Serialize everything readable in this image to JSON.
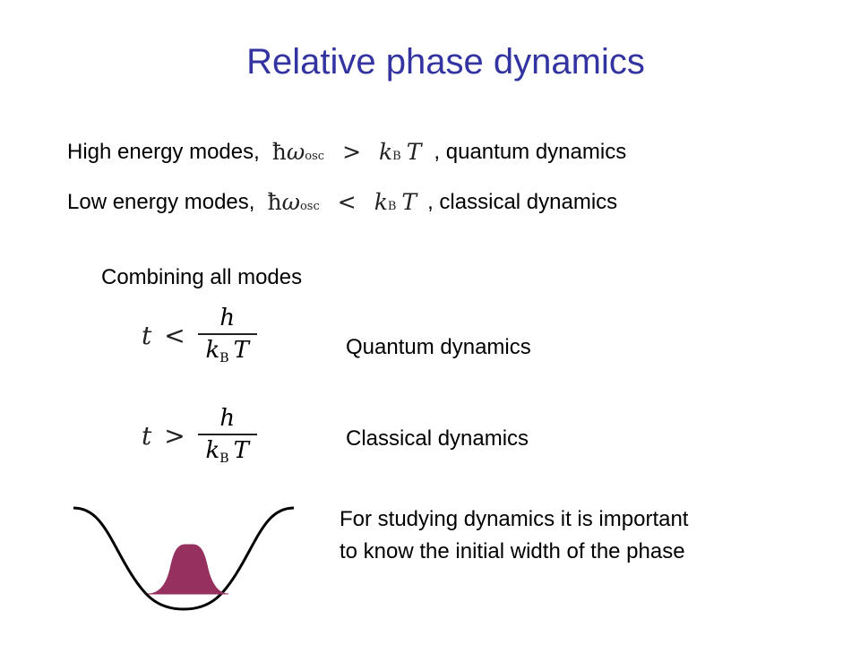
{
  "slide": {
    "title": "Relative phase dynamics",
    "high_line": {
      "prefix": "High energy modes,",
      "op": ">",
      "suffix": ", quantum dynamics"
    },
    "low_line": {
      "prefix": "Low energy modes,",
      "op": "<",
      "suffix": ", classical dynamics"
    },
    "math": {
      "hbar": "ħ",
      "omega": "ω",
      "osc": "osc",
      "k": "k",
      "B": "B",
      "T": "T",
      "t": "t",
      "h": "h"
    },
    "combining": "Combining all modes",
    "quantum_ineq": {
      "op": "<",
      "label": "Quantum dynamics"
    },
    "classical_ineq": {
      "op": ">",
      "label": "Classical dynamics"
    },
    "note_line1": "For studying dynamics it is important",
    "note_line2": "to know the initial width of the phase",
    "colors": {
      "title": "#3333a1",
      "wavepacket": "#96305f"
    }
  }
}
